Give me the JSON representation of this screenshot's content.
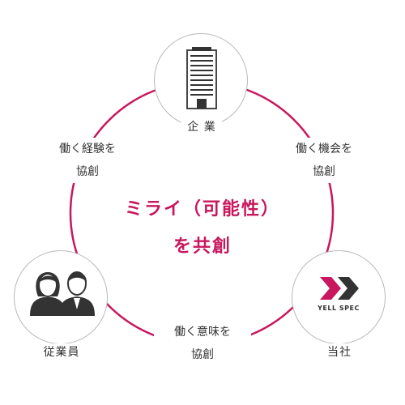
{
  "colors": {
    "accent": "#c8175d",
    "ring_grey": "#b9b9b9",
    "icon_dark": "#333333",
    "text": "#333333"
  },
  "center": {
    "line1": "ミライ（可能性）",
    "line2": "を共創"
  },
  "nodes": {
    "company": {
      "label": "企 業",
      "icon": "office-building-icon"
    },
    "employees": {
      "label": "従業員",
      "icon": "employees-icon"
    },
    "our_company": {
      "label": "当社",
      "icon": "yell-spec-logo",
      "logo_text": "YELL SPEC"
    }
  },
  "edges": {
    "company_employees": {
      "line1": "働く経験を",
      "line2": "協創"
    },
    "company_our": {
      "line1": "働く機会を",
      "line2": "協創"
    },
    "employees_our": {
      "line1": "働く意味を",
      "line2": "協創"
    }
  }
}
